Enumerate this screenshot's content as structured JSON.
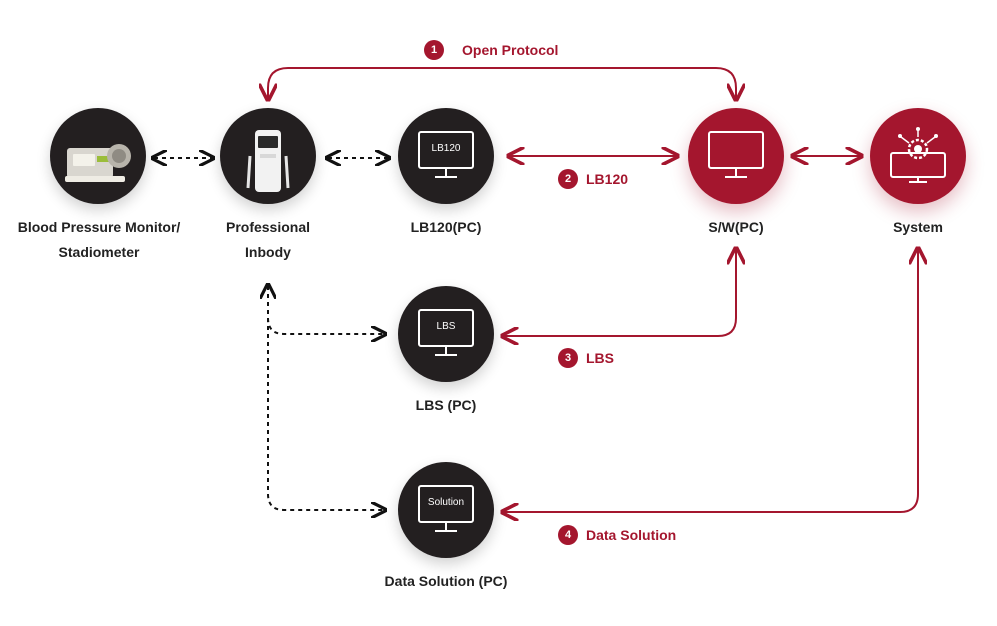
{
  "nodes": {
    "bp_monitor": {
      "label_line1": "Blood Pressure Monitor/",
      "label_line2": "Stadiometer"
    },
    "inbody": {
      "label_line1": "Professional",
      "label_line2": "Inbody"
    },
    "lb120": {
      "label": "LB120(PC)",
      "screen_text": "LB120"
    },
    "sw": {
      "label": "S/W(PC)"
    },
    "system": {
      "label": "System"
    },
    "lbs": {
      "label": "LBS (PC)",
      "screen_text": "LBS"
    },
    "solution": {
      "label": "Data Solution (PC)",
      "screen_text": "Solution"
    }
  },
  "steps": [
    {
      "num": "1",
      "label": "Open Protocol"
    },
    {
      "num": "2",
      "label": "LB120"
    },
    {
      "num": "3",
      "label": "LBS"
    },
    {
      "num": "4",
      "label": "Data Solution"
    }
  ],
  "colors": {
    "accent": "#a4162e",
    "dark": "#231f20",
    "text": "#222222"
  },
  "icons": {
    "bp_monitor": "bp-monitor-device-photo",
    "inbody": "inbody-scale-photo",
    "pc": "monitor-icon",
    "system": "gear-monitor-icon"
  }
}
